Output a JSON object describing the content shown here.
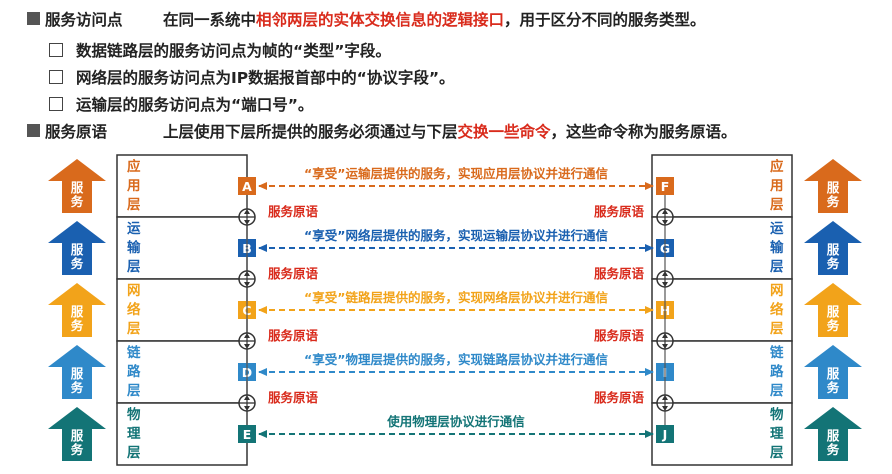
{
  "colors": {
    "app": "#d96a1c",
    "transport": "#1a60b0",
    "network": "#f2a31a",
    "link": "#2f89c9",
    "physical": "#137476",
    "sap_red": "#d92b1c",
    "box_border": "#333333"
  },
  "sap": {
    "heading": "服务访问点",
    "desc_prefix": "在同一系统中",
    "desc_red": "相邻两层的实体交换信息的逻辑接口",
    "desc_suffix": "，用于区分不同的服务类型。",
    "items": [
      "数据链路层的服务访问点为帧的“类型”字段。",
      "网络层的服务访问点为IP数据报首部中的“协议字段”。",
      "运输层的服务访问点为“端口号”。"
    ]
  },
  "primitive": {
    "heading": "服务原语",
    "desc_prefix": "上层使用下层所提供的服务必须通过与下层",
    "desc_red": "交换一些命令",
    "desc_suffix": "，这些命令称为服务原语。"
  },
  "arrow_label": "服务",
  "primitive_label": "服务原语",
  "layers": [
    {
      "key": "app",
      "name": [
        "应",
        "用",
        "层"
      ],
      "left_point": "A",
      "right_point": "F",
      "comm": "“享受”运输层提供的服务，实现应用层协议并进行通信"
    },
    {
      "key": "transport",
      "name": [
        "运",
        "输",
        "层"
      ],
      "left_point": "B",
      "right_point": "G",
      "comm": "“享受”网络层提供的服务，实现运输层协议并进行通信"
    },
    {
      "key": "network",
      "name": [
        "网",
        "络",
        "层"
      ],
      "left_point": "C",
      "right_point": "H",
      "comm": "“享受”链路层提供的服务，实现网络层协议并进行通信"
    },
    {
      "key": "link",
      "name": [
        "链",
        "路",
        "层"
      ],
      "left_point": "D",
      "right_point": "I",
      "comm": "“享受”物理层提供的服务，实现链路层协议并进行通信"
    },
    {
      "key": "physical",
      "name": [
        "物",
        "理",
        "层"
      ],
      "left_point": "E",
      "right_point": "J",
      "comm": "使用物理层协议进行通信"
    }
  ]
}
